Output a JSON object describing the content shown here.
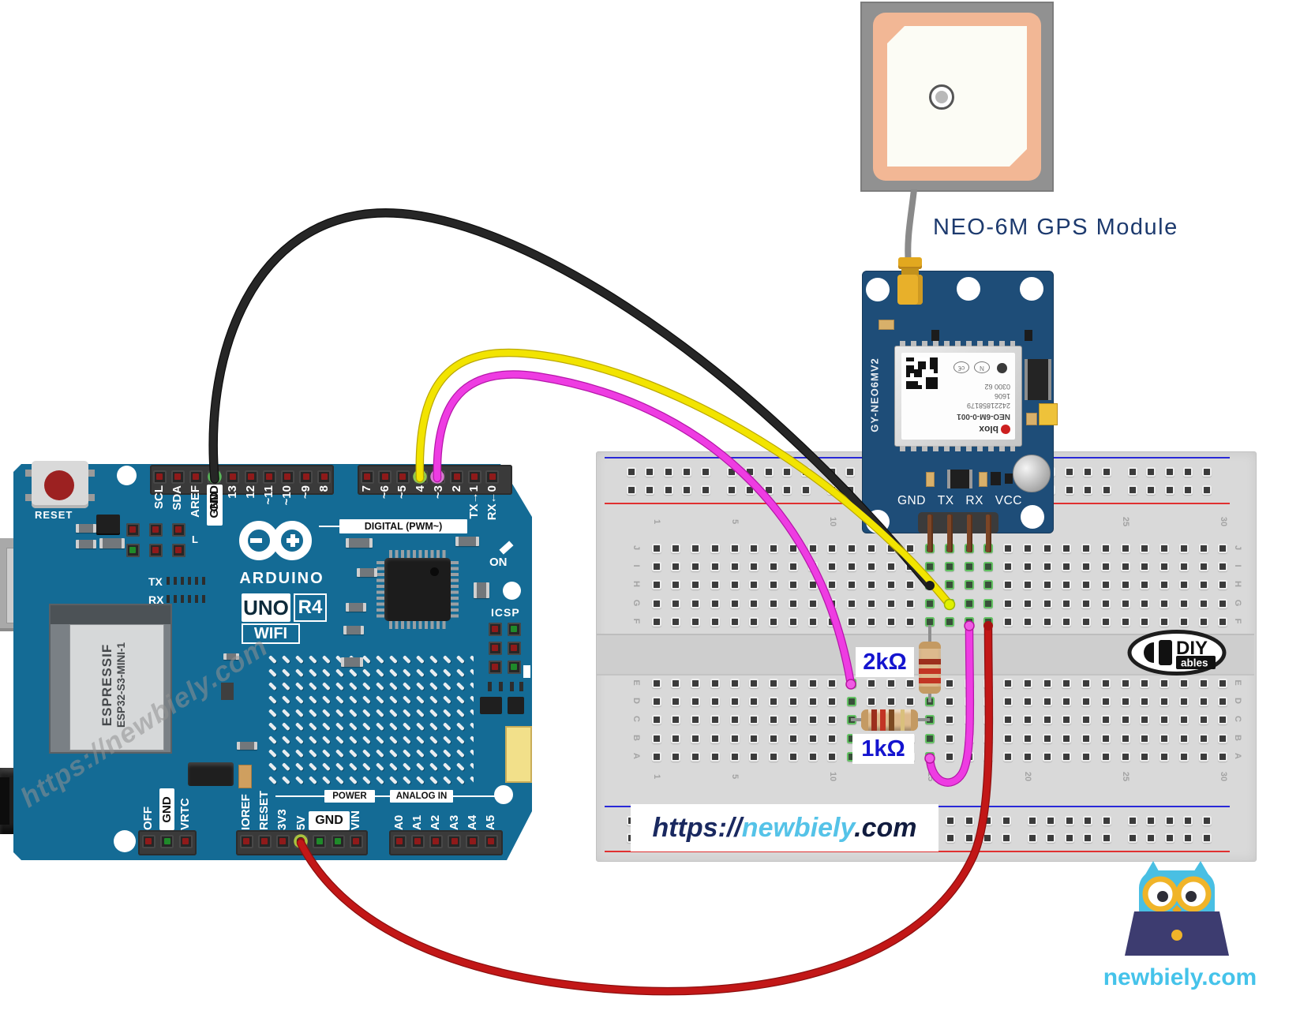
{
  "gps_module": {
    "label": "NEO-6M GPS Module",
    "board_id": "GY-NEO6MV2",
    "pins": [
      "GND",
      "TX",
      "RX",
      "VCC"
    ],
    "chip": {
      "brand": "blox",
      "model": "NEO-6M-0-001",
      "serial": "24221858179",
      "date": "1606",
      "code": "0300 62"
    }
  },
  "arduino": {
    "brand": "ARDUINO",
    "model": "UNO",
    "revision": "R4",
    "variant": "WIFI",
    "reset": "RESET",
    "digital_strip": "DIGITAL (PWM~)",
    "power_strip": "POWER",
    "analog_strip": "ANALOG IN",
    "on": "ON",
    "icsp": "ICSP",
    "led_l": "L",
    "tx": "TX",
    "rx": "RX",
    "top_pins": [
      "SCL",
      "SDA",
      "AREF",
      "GND",
      "13",
      "12",
      "~11",
      "~10",
      "~9",
      "8",
      "7",
      "~6",
      "~5",
      "4",
      "~3",
      "2",
      "TX→1",
      "RX←0"
    ],
    "power_pins": [
      "IOREF",
      "RESET",
      "3V3",
      "5V",
      "GND",
      "VIN"
    ],
    "analog_pins": [
      "A0",
      "A1",
      "A2",
      "A3",
      "A4",
      "A5"
    ],
    "left_pins": [
      "OFF",
      "GND",
      "VRTC"
    ],
    "wifi_module_line1": "ESPRESSIF",
    "wifi_module_line2": "ESP32-S3-MINI-1",
    "watermark": "https://newbiely.com"
  },
  "breadboard": {
    "top_row_letters": [
      "J",
      "I",
      "H",
      "G",
      "F"
    ],
    "bottom_row_letters": [
      "E",
      "D",
      "C",
      "B",
      "A"
    ],
    "column_numbers": [
      "1",
      "5",
      "10",
      "15",
      "20",
      "25",
      "30"
    ]
  },
  "resistors": [
    {
      "value": "2kΩ",
      "orientation": "vertical",
      "connects": "GPS GND column F15 to divider node D15"
    },
    {
      "value": "1kΩ",
      "orientation": "horizontal",
      "connects": "C11 to divider node C15"
    }
  ],
  "wires": [
    {
      "name": "ground",
      "color": "black",
      "hex": "#262626",
      "edge": "#0e0e0e",
      "from": "Arduino GND (digital header)",
      "to": "breadboard H15 (GPS GND column)"
    },
    {
      "name": "gps-tx",
      "color": "yellow",
      "hex": "#f2e400",
      "edge": "#bba800",
      "from": "Arduino pin 4",
      "to": "breadboard G16 (GPS TX column)"
    },
    {
      "name": "pin3-to-divider",
      "color": "magenta",
      "hex": "#ee3ce2",
      "edge": "#b517a9",
      "from": "Arduino pin 3",
      "to": "breadboard E11 (1kΩ input)"
    },
    {
      "name": "divider-to-rx",
      "color": "magenta",
      "hex": "#ee3ce2",
      "edge": "#b517a9",
      "from": "breadboard A15 (divider node)",
      "to": "breadboard F17 (GPS RX column)"
    },
    {
      "name": "power-5v",
      "color": "red",
      "hex": "#c21717",
      "edge": "#8d0f0f",
      "from": "Arduino 5V",
      "to": "breadboard F18 (GPS VCC column)"
    }
  ],
  "branding": {
    "url_https": "https://",
    "url_name": "newbiely",
    "url_tld": ".com",
    "diy": "DIY",
    "diy_sub": "ables",
    "logo_text": "newbiely.com"
  },
  "colors": {
    "arduino_blue": "#146b95",
    "gps_blue": "#1e4d78",
    "breadboard": "#d9d9d9",
    "hole_highlight_green": "#63c263",
    "resistor_label_blue": "#1414cf",
    "url_navy": "#1a2960",
    "url_cyan": "#55c3e8"
  }
}
